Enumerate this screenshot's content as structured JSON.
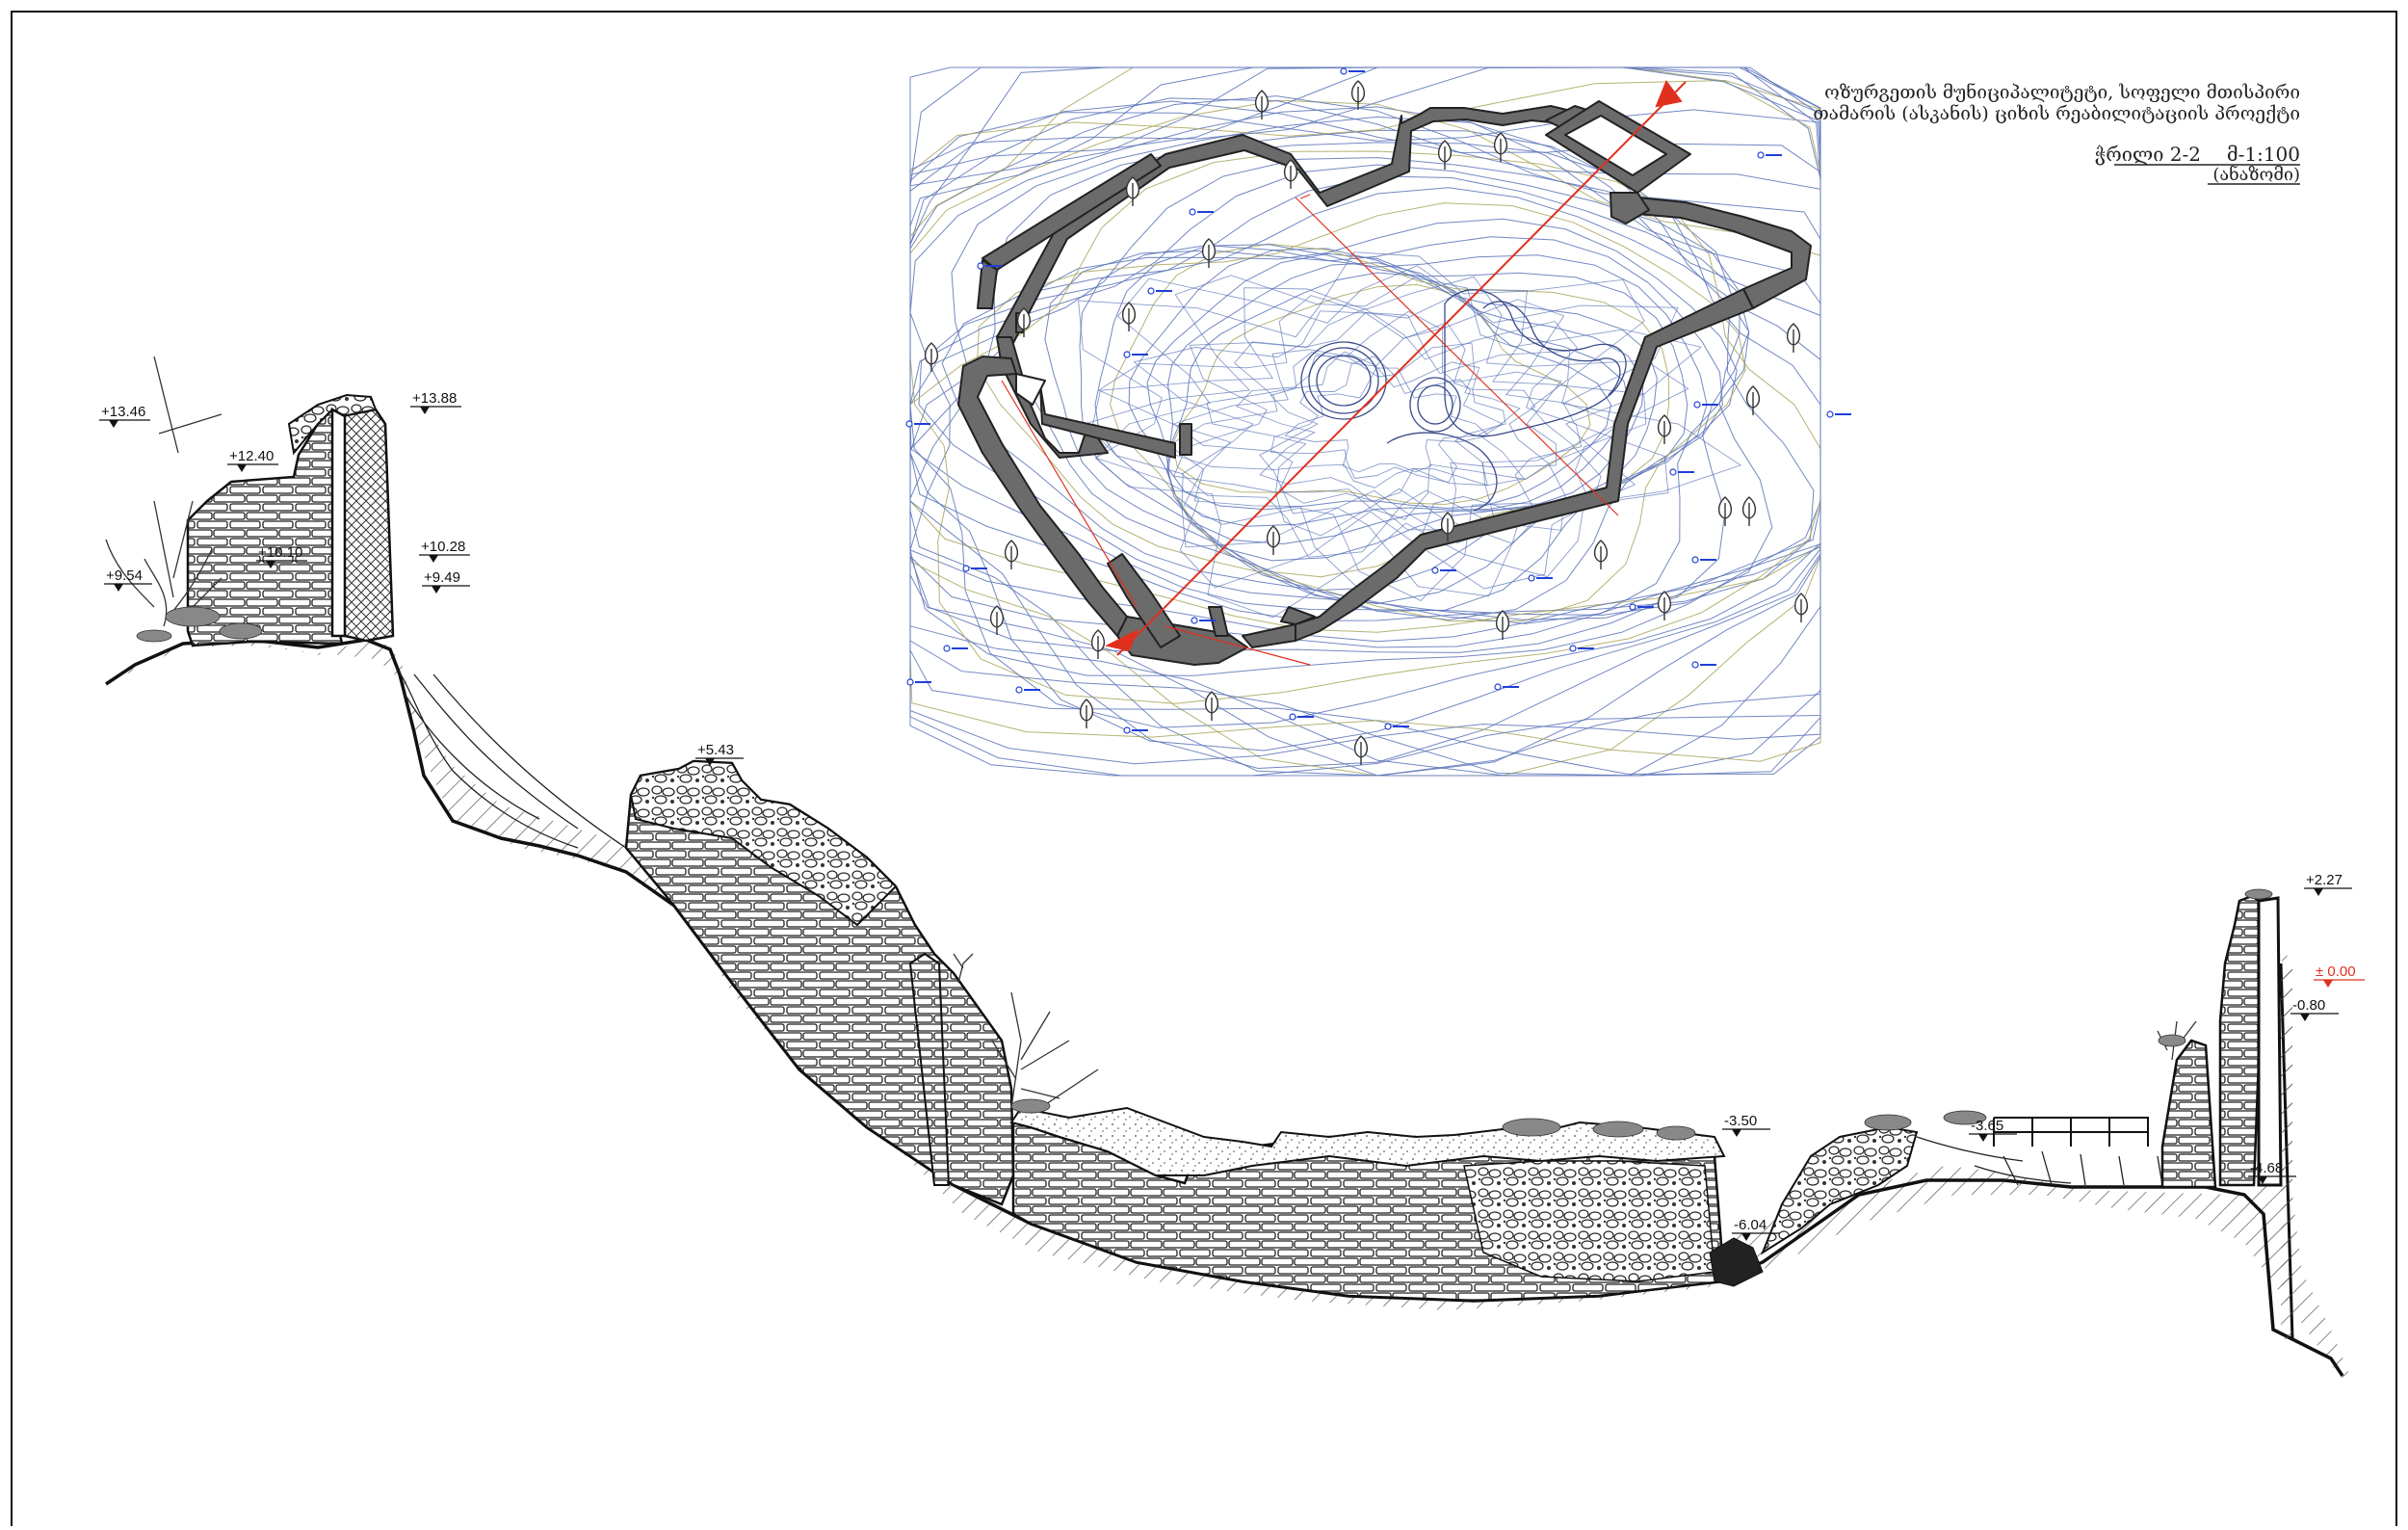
{
  "title": {
    "line1": "ოზურგეთის მუნიციპალიტეტი, სოფელი მთისპირი",
    "line2": "თამარის (ასკანის) ციხის რეაბილიტაციის პროექტი",
    "section_label": "ჭრილი 2-2",
    "scale_label": "მ-1:100",
    "subtitle": "(ანაზომი)"
  },
  "elevations": [
    "+13.46",
    "+13.88",
    "+12.40",
    "+10.10",
    "+10.28",
    "+9.54",
    "+9.49",
    "+5.43",
    "-3.50",
    "-3.65",
    "-6.04",
    "+2.27",
    "± 0.00",
    "-0.80",
    "-4.68"
  ],
  "colors": {
    "ink": "#111111",
    "wall_fill": "#6b6b6b",
    "contour_blue": "#5a73b8",
    "contour_olive": "#a8a45a",
    "section_line": "#e0301e",
    "zero_mark": "#e0301e",
    "point_blue": "#1f3fd6"
  }
}
